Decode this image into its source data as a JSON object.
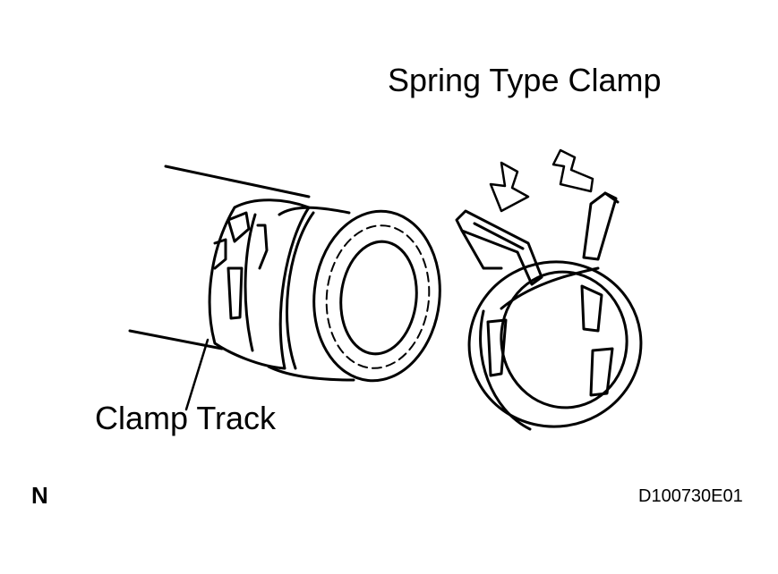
{
  "diagram": {
    "title": "Spring Type Clamp",
    "callout_label": "Clamp Track",
    "corner_mark": "N",
    "figure_code": "D100730E01"
  },
  "colors": {
    "line": "#000000",
    "background": "#ffffff"
  }
}
